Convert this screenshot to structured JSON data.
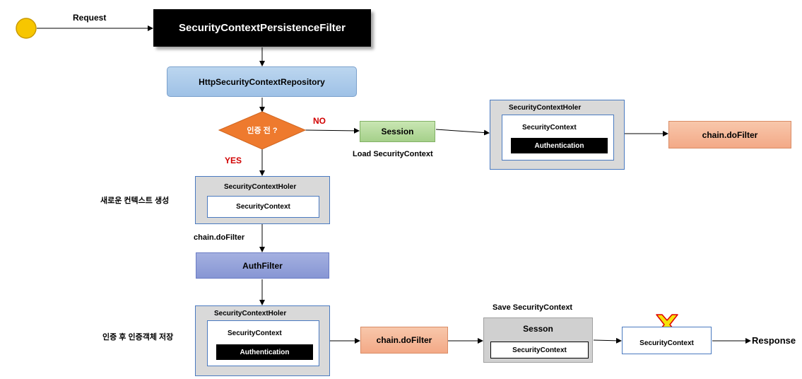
{
  "diagram": {
    "request_label": "Request",
    "response_label": "Response",
    "persistence_filter": "SecurityContextPersistenceFilter",
    "repository": "HttpSecurityContextRepository",
    "decision": "인증 전 ?",
    "no_label": "NO",
    "yes_label": "YES",
    "session_top": "Session",
    "load_context_label": "Load SecurityContext",
    "holder_top": {
      "title": "SecurityContextHoler",
      "context": "SecurityContext",
      "auth": "Authentication"
    },
    "chain_filter_top": "chain.doFilter",
    "new_context_label": "새로운 컨텍스트 생성",
    "holder_mid": {
      "title": "SecurityContextHoler",
      "context": "SecurityContext"
    },
    "chain_filter_mid_label": "chain.doFilter",
    "auth_filter": "AuthFilter",
    "save_auth_label": "인증 후 인증객체 저장",
    "holder_bottom": {
      "title": "SecurityContextHoler",
      "context": "SecurityContext",
      "auth": "Authentication"
    },
    "chain_filter_bottom": "chain.doFilter",
    "save_context_label": "Save SecurityContext",
    "sesson": {
      "title": "Sesson",
      "context": "SecurityContext"
    },
    "final_context": "SecurityContext",
    "colors": {
      "start_circle": "#f7c600",
      "decision": "#ee7a2e",
      "no_yes_text": "#d10000",
      "cross_fill": "#f5e20a",
      "cross_stroke": "#e00000"
    }
  }
}
